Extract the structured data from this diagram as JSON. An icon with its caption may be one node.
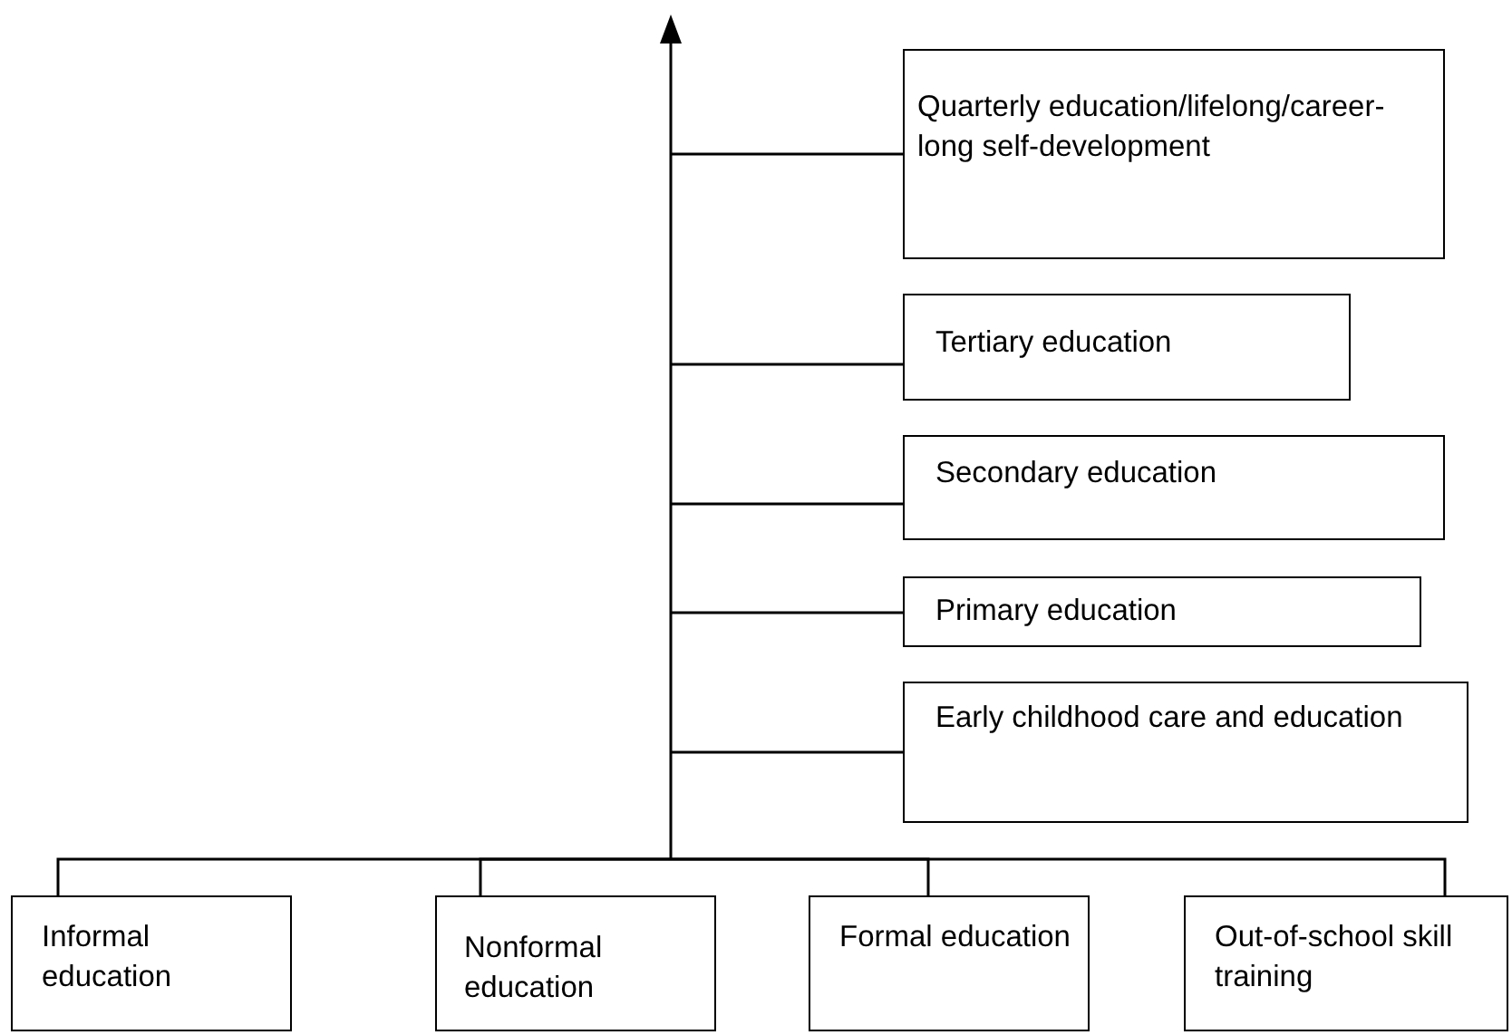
{
  "diagram": {
    "nodes": [
      {
        "text": [
          "Quarterly education/lifelong/career-long self-development"
        ]
      },
      {
        "text": [
          "Tertiary education"
        ]
      },
      {
        "text": [
          "Secondary education"
        ]
      },
      {
        "text": [
          "Primary education"
        ]
      },
      {
        "text": [
          "Early childhood care and education"
        ]
      },
      {
        "text": [
          "Informal education"
        ]
      },
      {
        "text": [
          "Nonformal education"
        ]
      },
      {
        "text": [
          "Formal education"
        ]
      },
      {
        "text": [
          "Out-of-school skill training"
        ]
      }
    ],
    "edges": [
      {
        "from": null,
        "to": 0,
        "arrow": "none"
      },
      {
        "from": null,
        "to": 1,
        "arrow": "none"
      },
      {
        "from": null,
        "to": 2,
        "arrow": "none"
      },
      {
        "from": null,
        "to": 3,
        "arrow": "none"
      },
      {
        "from": null,
        "to": 4,
        "arrow": "none"
      },
      {
        "from": null,
        "to": 5,
        "arrow": "none"
      },
      {
        "from": null,
        "to": 6,
        "arrow": "none"
      },
      {
        "from": null,
        "to": 7,
        "arrow": "none"
      },
      {
        "from": null,
        "to": 8,
        "arrow": "none"
      }
    ]
  }
}
